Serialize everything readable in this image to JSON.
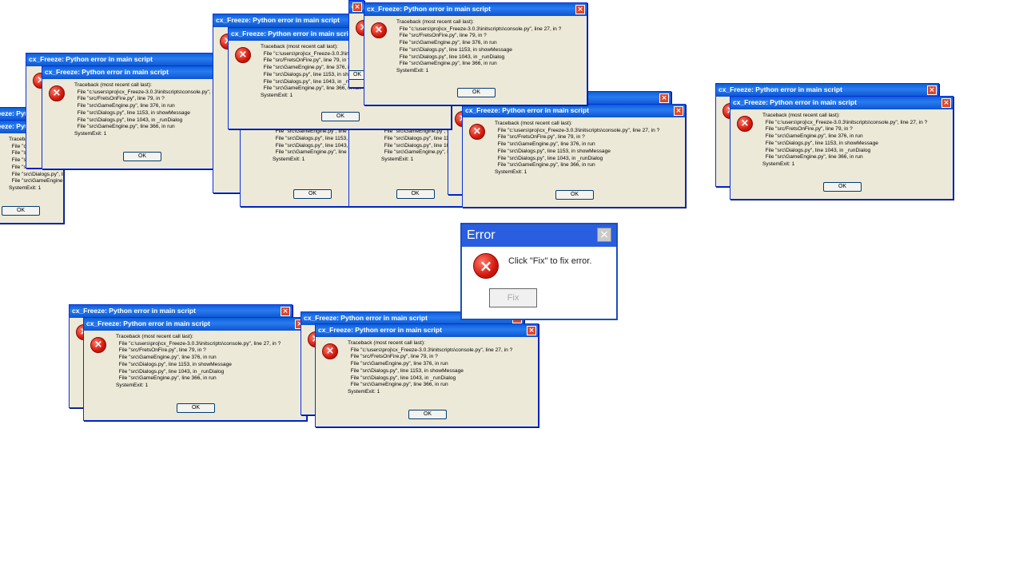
{
  "dialog_title": "cx_Freeze: Python error in main script",
  "close_glyph": "×",
  "error_glyph": "×",
  "ok_label": "OK",
  "traceback_lines": [
    "Traceback (most recent call last):",
    "  File \"c:\\users\\proj\\cx_Freeze-3.0.3\\initscripts\\console.py\", line 27, in ?",
    "  File \"src/FretsOnFire.py\", line 79, in ?",
    "  File \"src\\GameEngine.py\", line 376, in run",
    "  File \"src\\Dialogs.py\", line 1153, in showMessage",
    "  File \"src\\Dialogs.py\", line 1043, in _runDialog",
    "  File \"src\\GameEngine.py\", line 366, in run",
    "SystemExit: 1"
  ],
  "fix_dialog": {
    "title": "Error",
    "message": "Click \"Fix\" to fix error.",
    "button": "Fix",
    "close_glyph": "×"
  },
  "colors": {
    "titlebar": "#0a5fd8",
    "dialog_bg": "#ece9d8",
    "error_red": "#d2180c",
    "close_red": "#e0472a"
  }
}
